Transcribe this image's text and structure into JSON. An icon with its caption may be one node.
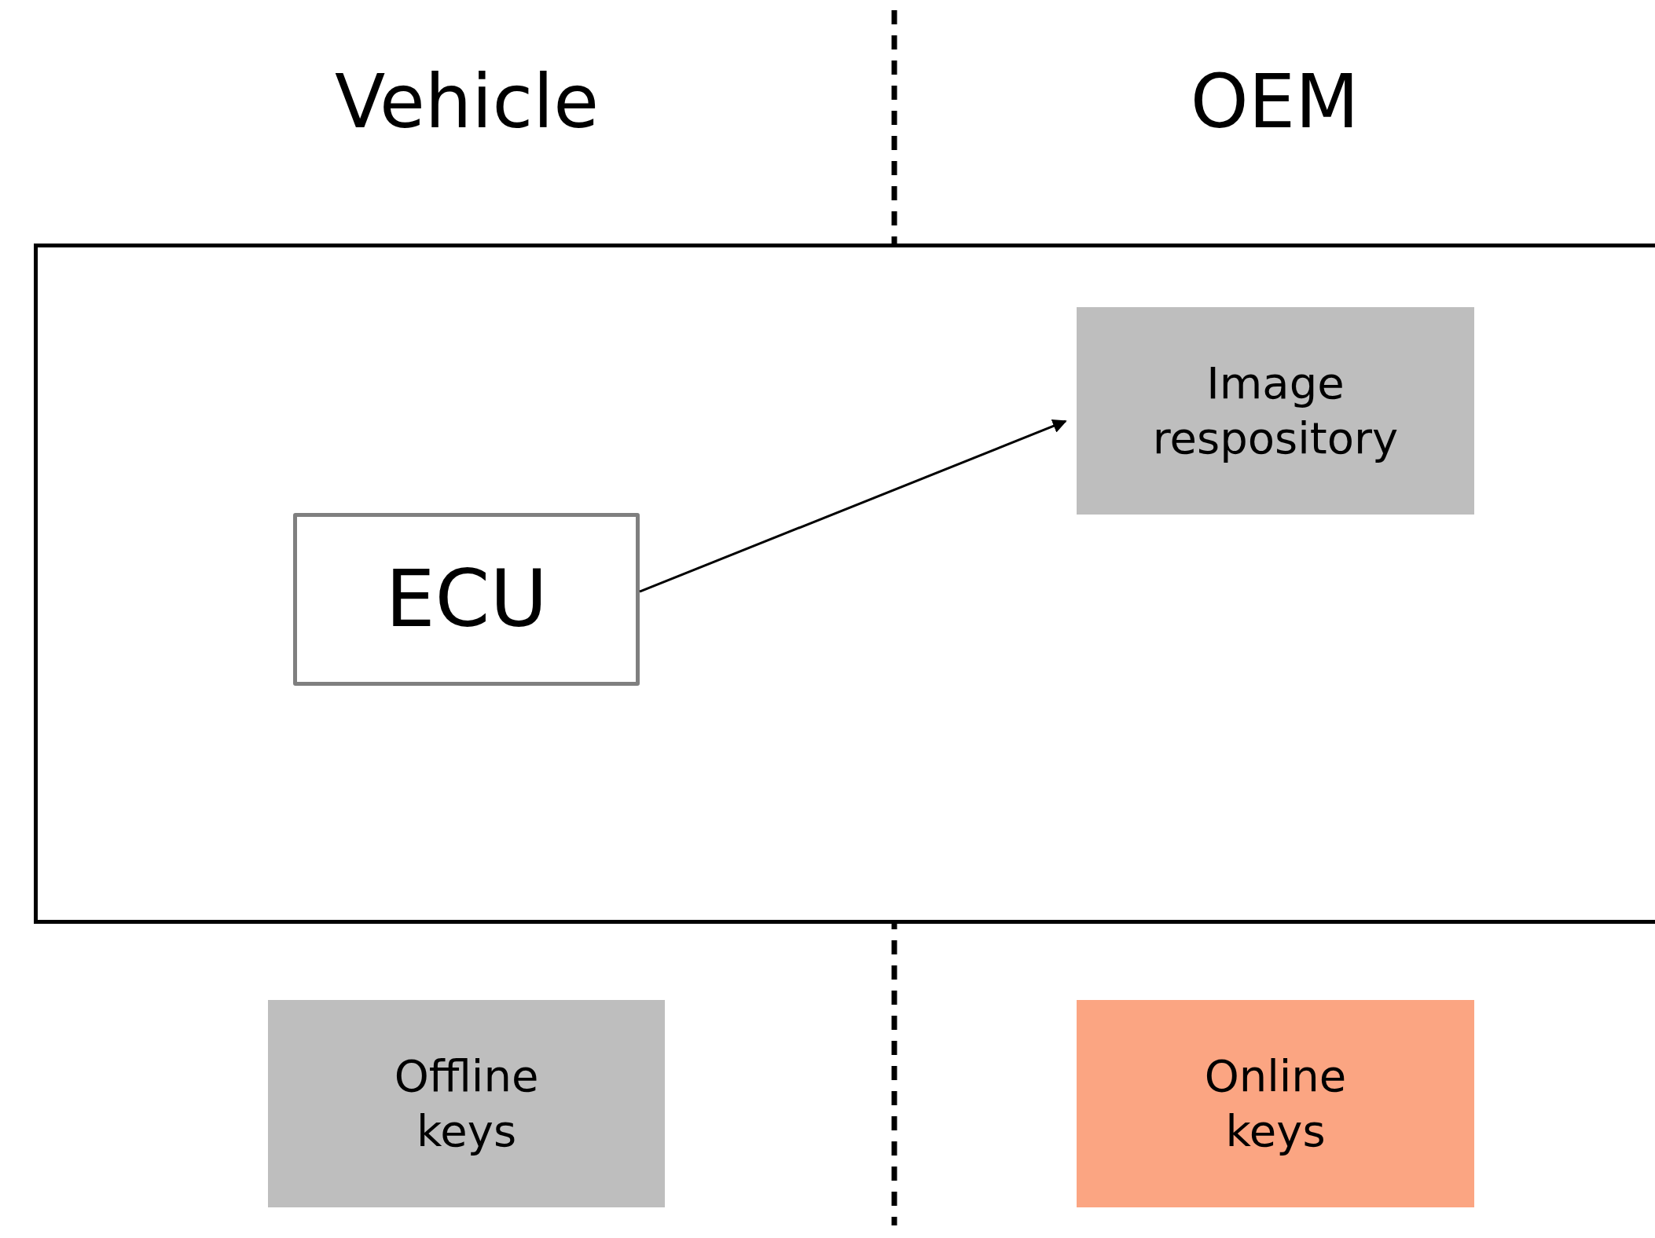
{
  "diagram": {
    "nodes": [
      {
        "text": [],
        "shape": "box"
      },
      {
        "text": [
          "ECU"
        ],
        "in": 0
      },
      {
        "text": [
          "Image respository"
        ],
        "in": 0
      },
      {
        "text": [
          "Offline keys"
        ]
      },
      {
        "text": [
          "Online keys"
        ]
      }
    ],
    "edges": [
      {
        "from": 1,
        "to": 2,
        "arrow": "to"
      }
    ],
    "labels": [
      "Vehicle",
      "OEM"
    ]
  }
}
